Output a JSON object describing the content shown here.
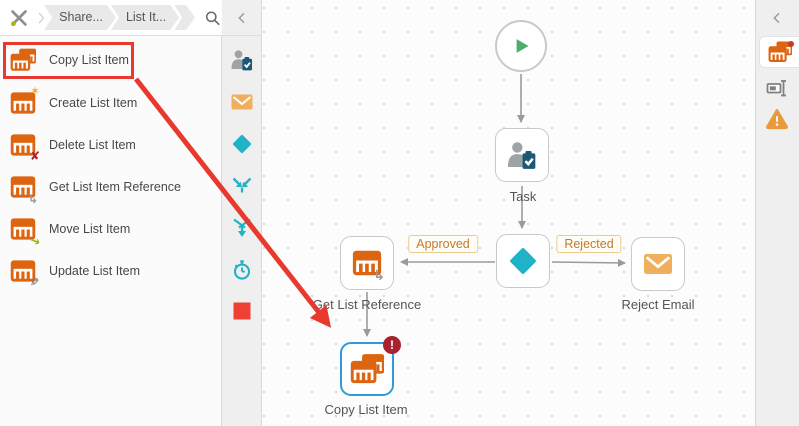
{
  "breadcrumb": {
    "items": [
      "Share...",
      "List It..."
    ],
    "tools_icon": "tools-icon",
    "search_icon": "search-icon"
  },
  "sidebar": {
    "items": [
      {
        "label": "Copy List Item",
        "icon": "copy-list-item-icon",
        "mod_glyph": ""
      },
      {
        "label": "Create List Item",
        "icon": "create-list-item-icon",
        "mod_glyph": "✶"
      },
      {
        "label": "Delete List Item",
        "icon": "delete-list-item-icon",
        "mod_glyph": "✘"
      },
      {
        "label": "Get List Item Reference",
        "icon": "get-list-item-reference-icon",
        "mod_glyph": "↳"
      },
      {
        "label": "Move List Item",
        "icon": "move-list-item-icon",
        "mod_glyph": "→"
      },
      {
        "label": "Update List Item",
        "icon": "update-list-item-icon",
        "mod_glyph": "✎"
      }
    ],
    "highlight": "red rectangle around Copy List Item"
  },
  "mid_toolbar": {
    "collapse_icon": "chevron-left-icon",
    "icons": [
      "task-icon",
      "email-icon",
      "decision-icon",
      "merge-arrows-icon",
      "converge-arrows-icon",
      "timer-icon",
      "end-square-icon"
    ]
  },
  "canvas": {
    "nodes": {
      "start": {
        "label": "",
        "icon": "play-icon"
      },
      "task": {
        "label": "Task",
        "icon": "task-icon"
      },
      "decision": {
        "label": "",
        "icon": "decision-icon"
      },
      "get_list_reference": {
        "label": "Get List Reference",
        "icon": "get-list-reference-icon"
      },
      "reject_email": {
        "label": "Reject Email",
        "icon": "email-icon"
      },
      "copy_list_item": {
        "label": "Copy List Item",
        "icon": "copy-list-item-icon",
        "badge": "!",
        "selected": true
      }
    },
    "branch_labels": {
      "approved": "Approved",
      "rejected": "Rejected"
    }
  },
  "right_panel": {
    "collapse_icon": "chevron-left-icon",
    "tabs": [
      "copy-list-item-tab",
      "rename-tab",
      "warnings-tab"
    ]
  },
  "colors": {
    "accent_orange": "#DD6410",
    "teal": "#20B2C6",
    "end_red": "#EE4035",
    "annotation_red": "#E8392F",
    "selection_blue": "#2E9CD6",
    "play_green": "#4BAE6C",
    "warning_orange": "#E89A3C",
    "error_badge_red": "#A8232D",
    "tag_text_orange": "#C8762B",
    "clipboard_navy": "#1C5876"
  }
}
